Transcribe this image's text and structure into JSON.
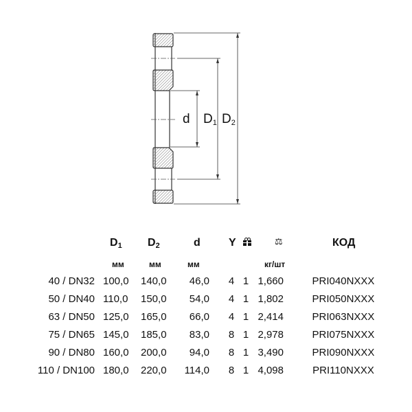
{
  "drawing": {
    "label_d": "d",
    "label_D1": "D",
    "label_D1_sub": "1",
    "label_D2": "D",
    "label_D2_sub": "2"
  },
  "headers": {
    "D1": "D",
    "D1_sub": "1",
    "D2": "D",
    "D2_sub": "2",
    "d": "d",
    "Y": "Y",
    "pack_icon": "gift-icon",
    "weight_icon": "scales-icon",
    "code": "КОД"
  },
  "units": {
    "D1": "мм",
    "D2": "мм",
    "d": "мм",
    "weight": "кг/шт"
  },
  "rows": [
    {
      "size": "40 / DN32",
      "D1": "100,0",
      "D2": "140,0",
      "d": "46,0",
      "Y": "4",
      "pack": "1",
      "weight": "1,660",
      "code": "PRI040NXXX"
    },
    {
      "size": "50 / DN40",
      "D1": "110,0",
      "D2": "150,0",
      "d": "54,0",
      "Y": "4",
      "pack": "1",
      "weight": "1,802",
      "code": "PRI050NXXX"
    },
    {
      "size": "63 / DN50",
      "D1": "125,0",
      "D2": "165,0",
      "d": "66,0",
      "Y": "4",
      "pack": "1",
      "weight": "2,414",
      "code": "PRI063NXXX"
    },
    {
      "size": "75 / DN65",
      "D1": "145,0",
      "D2": "185,0",
      "d": "83,0",
      "Y": "8",
      "pack": "1",
      "weight": "2,978",
      "code": "PRI075NXXX"
    },
    {
      "size": "90 / DN80",
      "D1": "160,0",
      "D2": "200,0",
      "d": "94,0",
      "Y": "8",
      "pack": "1",
      "weight": "3,490",
      "code": "PRI090NXXX"
    },
    {
      "size": "110 / DN100",
      "D1": "180,0",
      "D2": "220,0",
      "d": "114,0",
      "Y": "8",
      "pack": "1",
      "weight": "4,098",
      "code": "PRI110NXXX"
    }
  ]
}
